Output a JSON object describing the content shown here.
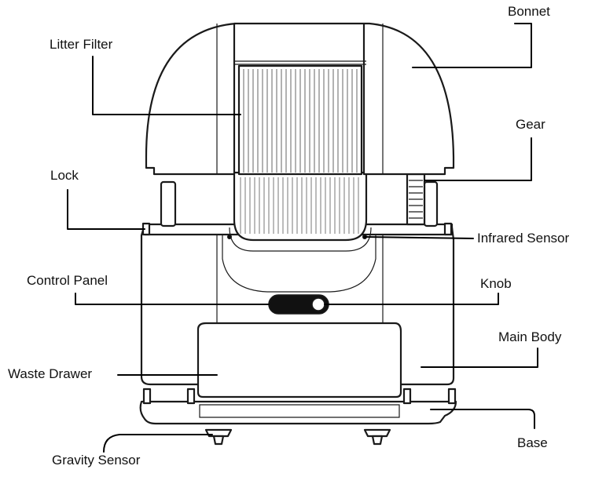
{
  "labels": {
    "bonnet": "Bonnet",
    "litter_filter": "Litter Filter",
    "gear": "Gear",
    "lock": "Lock",
    "infrared_sensor": "Infrared Sensor",
    "control_panel": "Control Panel",
    "knob": "Knob",
    "main_body": "Main Body",
    "waste_drawer": "Waste Drawer",
    "base": "Base",
    "gravity_sensor": "Gravity Sensor"
  },
  "colors": {
    "line": "#1a1a1a",
    "background": "#ffffff",
    "leader": "#000000"
  }
}
